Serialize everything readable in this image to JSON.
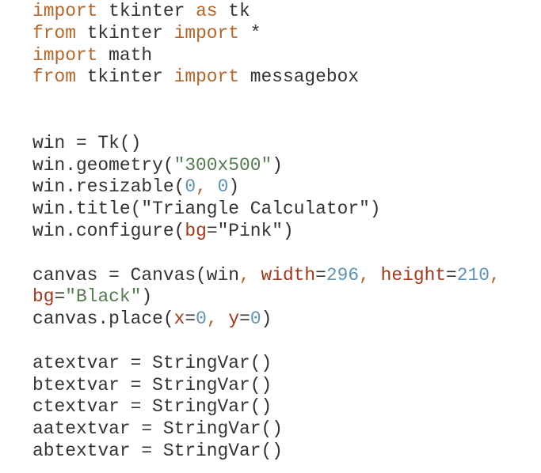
{
  "code_editor": {
    "colors": {
      "background": "#ffffff",
      "text": "#333333",
      "keyword": "#b4652a",
      "string": "#527c4e",
      "number": "#5e92b1",
      "parameter": "#a1371b"
    },
    "lines": [
      [
        {
          "t": "import",
          "k": "kw"
        },
        {
          "t": " tkinter ",
          "k": "plain"
        },
        {
          "t": "as",
          "k": "kw"
        },
        {
          "t": " tk",
          "k": "plain"
        }
      ],
      [
        {
          "t": "from",
          "k": "kw"
        },
        {
          "t": " tkinter ",
          "k": "plain"
        },
        {
          "t": "import",
          "k": "kw"
        },
        {
          "t": " *",
          "k": "plain"
        }
      ],
      [
        {
          "t": "import",
          "k": "kw"
        },
        {
          "t": " math",
          "k": "plain"
        }
      ],
      [
        {
          "t": "from",
          "k": "kw"
        },
        {
          "t": " tkinter ",
          "k": "plain"
        },
        {
          "t": "import",
          "k": "kw"
        },
        {
          "t": " messagebox",
          "k": "plain"
        }
      ],
      [],
      [],
      [
        {
          "t": "win = Tk()",
          "k": "plain"
        }
      ],
      [
        {
          "t": "win.geometry(",
          "k": "plain"
        },
        {
          "t": "\"300x500\"",
          "k": "str"
        },
        {
          "t": ")",
          "k": "plain"
        }
      ],
      [
        {
          "t": "win.resizable(",
          "k": "plain"
        },
        {
          "t": "0",
          "k": "num"
        },
        {
          "t": ", ",
          "k": "kw"
        },
        {
          "t": "0",
          "k": "num"
        },
        {
          "t": ")",
          "k": "plain"
        }
      ],
      [
        {
          "t": "win.title(",
          "k": "plain"
        },
        {
          "t": "\"Triangle Calculator\"",
          "k": "plain"
        },
        {
          "t": ")",
          "k": "plain"
        }
      ],
      [
        {
          "t": "win.configure(",
          "k": "plain"
        },
        {
          "t": "bg",
          "k": "param"
        },
        {
          "t": "=",
          "k": "plain"
        },
        {
          "t": "\"Pink\"",
          "k": "plain"
        },
        {
          "t": ")",
          "k": "plain"
        }
      ],
      [],
      [
        {
          "t": "canvas = Canvas(win",
          "k": "plain"
        },
        {
          "t": ", ",
          "k": "kw"
        },
        {
          "t": "width",
          "k": "param"
        },
        {
          "t": "=",
          "k": "plain"
        },
        {
          "t": "296",
          "k": "num"
        },
        {
          "t": ", ",
          "k": "kw"
        },
        {
          "t": "height",
          "k": "param"
        },
        {
          "t": "=",
          "k": "plain"
        },
        {
          "t": "210",
          "k": "num"
        },
        {
          "t": ",",
          "k": "kw"
        }
      ],
      [
        {
          "t": "bg",
          "k": "param"
        },
        {
          "t": "=",
          "k": "plain"
        },
        {
          "t": "\"Black\"",
          "k": "str"
        },
        {
          "t": ")",
          "k": "plain"
        }
      ],
      [
        {
          "t": "canvas.place(",
          "k": "plain"
        },
        {
          "t": "x",
          "k": "param"
        },
        {
          "t": "=",
          "k": "plain"
        },
        {
          "t": "0",
          "k": "num"
        },
        {
          "t": ", ",
          "k": "kw"
        },
        {
          "t": "y",
          "k": "param"
        },
        {
          "t": "=",
          "k": "plain"
        },
        {
          "t": "0",
          "k": "num"
        },
        {
          "t": ")",
          "k": "plain"
        }
      ],
      [],
      [
        {
          "t": "atextvar = StringVar()",
          "k": "plain"
        }
      ],
      [
        {
          "t": "btextvar = StringVar()",
          "k": "plain"
        }
      ],
      [
        {
          "t": "ctextvar = StringVar()",
          "k": "plain"
        }
      ],
      [
        {
          "t": "aatextvar = StringVar()",
          "k": "plain"
        }
      ],
      [
        {
          "t": "abtextvar = StringVar()",
          "k": "plain"
        }
      ]
    ]
  }
}
